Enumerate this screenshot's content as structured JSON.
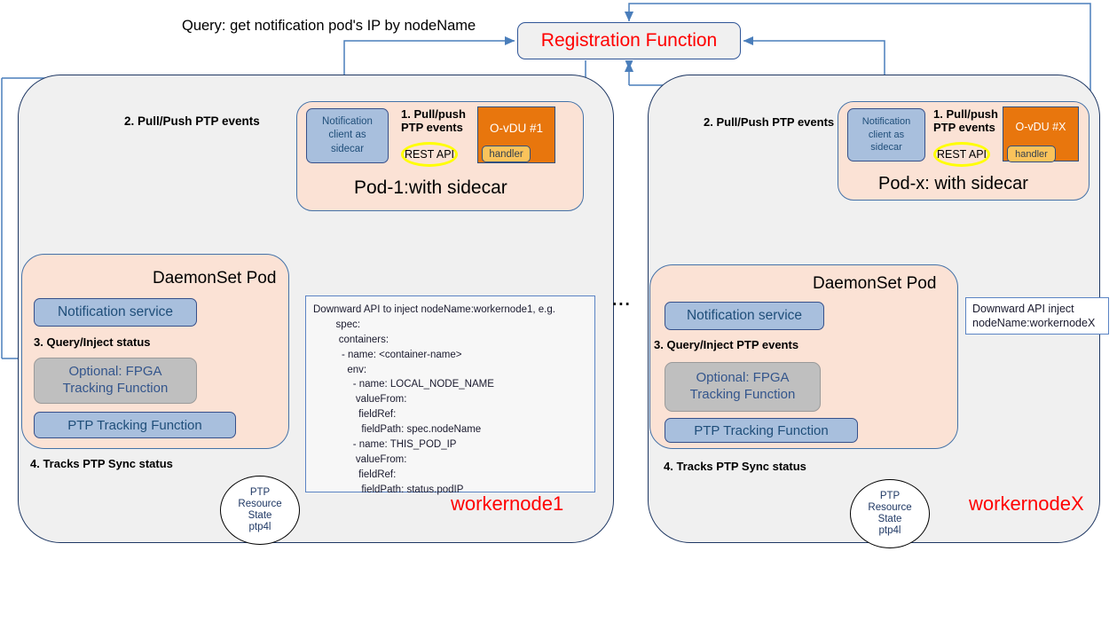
{
  "diagram": {
    "title_label": "Query: get notification pod's IP by nodeName",
    "registration": {
      "label": "Registration Function"
    },
    "ellipsis": "..."
  },
  "left_node": {
    "name": "workernode1",
    "pod": {
      "title": "Pod-1:with sidecar",
      "sidecar": "Notification\nclient as\nsidecar",
      "sidecar_l1": "Notification",
      "sidecar_l2": "client as",
      "sidecar_l3": "sidecar",
      "flow1_l1": "1. Pull/push",
      "flow1_l2": "PTP events",
      "rest_api": "REST API",
      "odu": "O-vDU #1",
      "handler": "handler"
    },
    "flow2": "2. Pull/Push PTP events",
    "daemonset": {
      "title": "DaemonSet Pod",
      "notification_service": "Notification service",
      "fpga_l1": "Optional: FPGA",
      "fpga_l2": "Tracking Function",
      "ptp_tracking": "PTP Tracking Function",
      "flow3": "3. Query/Inject status",
      "flow4": "4. Tracks PTP Sync status"
    },
    "state_circle": {
      "l1": "PTP",
      "l2": "Resource",
      "l3": "State",
      "l4": "ptp4l"
    },
    "yaml": {
      "header": "Downward API to inject nodeName:workernode1,  e.g.",
      "lines": [
        "        spec:",
        "         containers:",
        "          - name: <container-name>",
        "            env:",
        "              - name: LOCAL_NODE_NAME",
        "               valueFrom:",
        "                fieldRef:",
        "                 fieldPath: spec.nodeName",
        "              - name: THIS_POD_IP",
        "               valueFrom:",
        "                fieldRef:",
        "                 fieldPath: status.podIP"
      ]
    }
  },
  "right_node": {
    "name": "workernodeX",
    "pod": {
      "title": "Pod-x: with sidecar",
      "sidecar_l1": "Notification",
      "sidecar_l2": "client as",
      "sidecar_l3": "sidecar",
      "flow1_l1": "1. Pull/push",
      "flow1_l2": "PTP events",
      "rest_api": "REST API",
      "odu": "O-vDU #X",
      "handler": "handler"
    },
    "flow2": "2. Pull/Push PTP events",
    "daemonset": {
      "title": "DaemonSet  Pod",
      "notification_service": "Notification service",
      "fpga_l1": "Optional: FPGA",
      "fpga_l2": "Tracking Function",
      "ptp_tracking": "PTP Tracking Function",
      "flow3": "3. Query/Inject PTP events",
      "flow4": "4. Tracks PTP Sync status"
    },
    "state_circle": {
      "l1": "PTP",
      "l2": "Resource",
      "l3": "State",
      "l4": "ptp4l"
    },
    "note": {
      "l1": "Downward API inject",
      "l2": "nodeName:workernodeX"
    }
  },
  "colors": {
    "accent_red": "#ff0000",
    "blue_box": "#a8bfdd",
    "orange": "#e8760d",
    "handler_yellow": "#fac35b",
    "pod_peach": "#fbe2d5",
    "node_gray": "#f0f0f0",
    "arrow_blue": "#4a7ebb",
    "highlight_yellow": "#ffff00"
  }
}
